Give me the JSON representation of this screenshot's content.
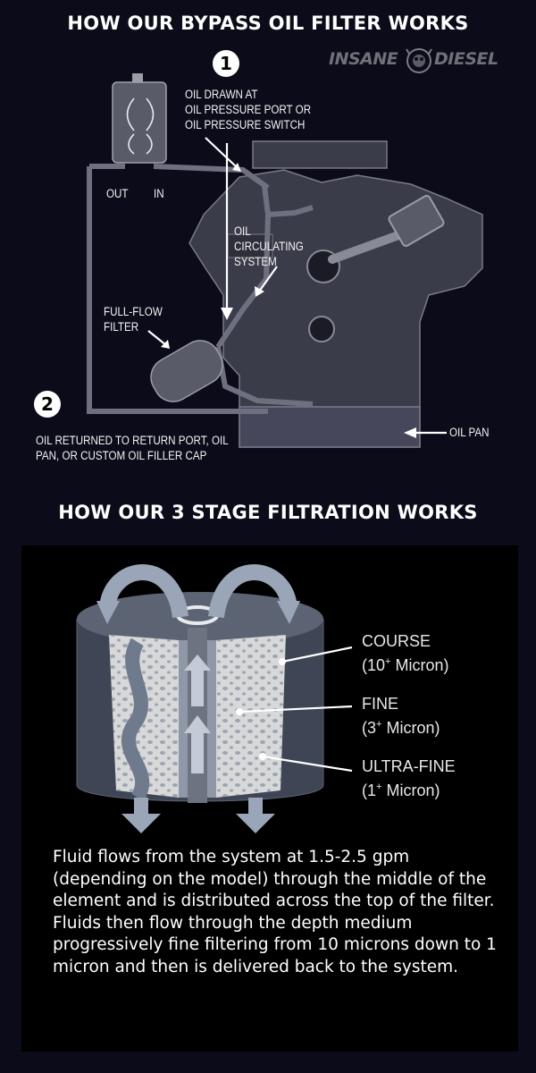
{
  "section1": {
    "title": "HOW OUR BYPASS OIL FILTER WORKS",
    "logo": {
      "left": "INSANE",
      "right": "DIESEL"
    },
    "step1": "1",
    "step2": "2",
    "labels": {
      "oil_drawn": "OIL DRAWN AT\nOIL PRESSURE PORT OR\nOIL PRESSURE SWITCH",
      "out": "OUT",
      "in": "IN",
      "circulating": "OIL\nCIRCULATING\nSYSTEM",
      "full_flow": "FULL-FLOW\nFILTER",
      "oil_pan": "OIL PAN",
      "returned": "OIL RETURNED TO RETURN PORT, OIL\nPAN, OR CUSTOM OIL FILLER CAP"
    }
  },
  "section2": {
    "title": "HOW OUR 3 STAGE FILTRATION WORKS",
    "stages": [
      {
        "name": "COURSE",
        "detail_prefix": "(10",
        "detail_sup": "+",
        "detail_suffix": " Micron)"
      },
      {
        "name": "FINE",
        "detail_prefix": "(3",
        "detail_sup": "+",
        "detail_suffix": " Micron)"
      },
      {
        "name": "ULTRA-FINE",
        "detail_prefix": "(1",
        "detail_sup": "+",
        "detail_suffix": " Micron)"
      }
    ],
    "description": "Fluid flows from the system at 1.5-2.5 gpm (depending on the model) through the middle of the element and is distributed across the top of the filter. Fluids then flow through the depth medium progressively fine filtering from 10 microns down to 1 micron and then is delivered back to the system."
  },
  "colors": {
    "background": "#0b0b1a",
    "engine_fill": "#3b3c4a",
    "engine_stroke": "#7a7b86",
    "filter_body": "#4a5260",
    "filter_media": "#d8d8d8",
    "arrow": "#b8c2d0",
    "text": "#ffffff"
  }
}
